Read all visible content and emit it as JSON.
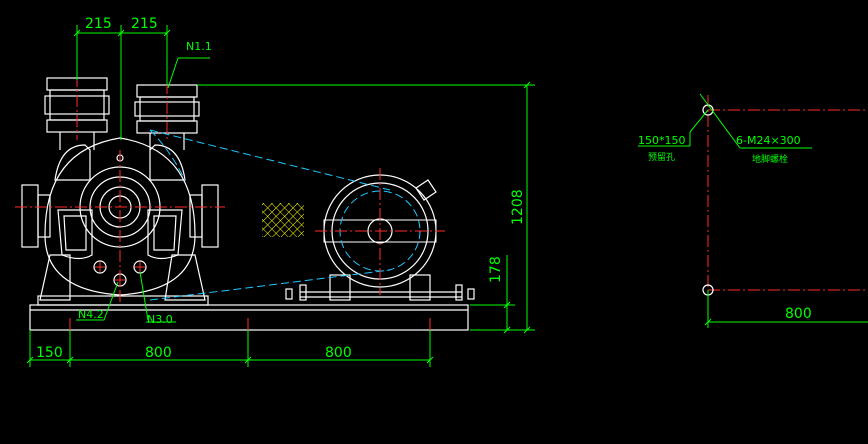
{
  "drawing": {
    "colors": {
      "background": "#000000",
      "geometry": "#ffffff",
      "dimension": "#00ff00",
      "centerline": "#ff2a2a",
      "hidden": "#1ec8ff",
      "note": "#ffff00"
    },
    "dimensions": {
      "top_left": "215",
      "top_right": "215",
      "height_total": "1208",
      "height_base": "178",
      "bottom_a": "150",
      "bottom_b": "800",
      "bottom_c": "800",
      "foundation_width": "800"
    },
    "nozzles": {
      "n11": "N1.1",
      "n42": "N4.2",
      "n30": "N3.0"
    },
    "foundation_notes": {
      "hole_size": "150*150",
      "hole_caption": "预留孔",
      "bolts": "6-M24×300",
      "bolts_caption": "地脚螺栓"
    }
  }
}
